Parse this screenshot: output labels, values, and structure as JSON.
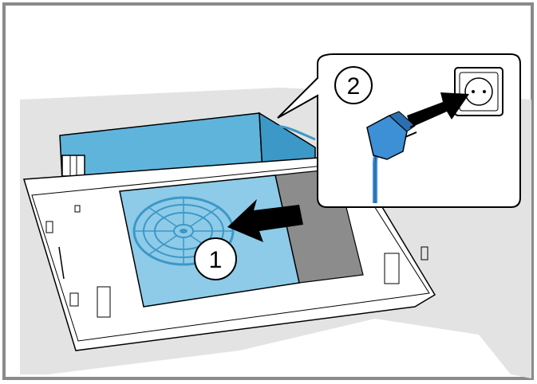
{
  "steps": [
    {
      "number": "1",
      "action": "arrow-left"
    },
    {
      "number": "2",
      "action": "arrow-to-socket"
    }
  ],
  "colors": {
    "frame": "#8a8a8a",
    "background_shape": "#e3e3e3",
    "appliance_blue": "#5fb4dc",
    "appliance_blue_dark": "#3c98c7",
    "panel_white": "#ffffff",
    "dark_panel": "#8c8c8c",
    "outline": "#000000",
    "plug_blue": "#3d8fd6"
  },
  "icons": [
    "fan-icon",
    "arrow-left-icon",
    "arrow-right-icon",
    "plug-icon",
    "socket-icon"
  ]
}
